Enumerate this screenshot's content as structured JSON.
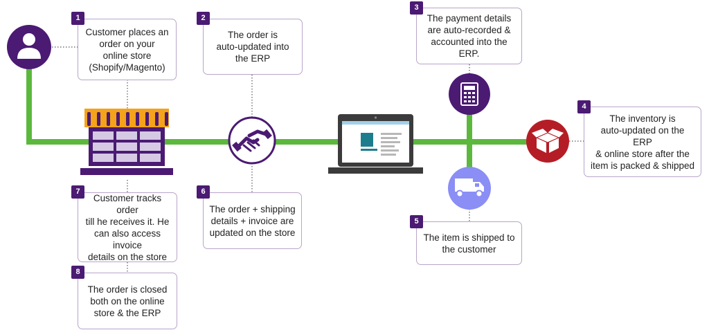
{
  "colors": {
    "primary_purple": "#4b1a73",
    "flow_green": "#5cb83c",
    "alert_red": "#b51d26",
    "van_blue": "#8a8ef5",
    "store_orange": "#f4a31b",
    "box_border": "#b8a4c8"
  },
  "icons": {
    "customer": "user-icon",
    "store": "storefront-icon",
    "handshake": "handshake-icon",
    "erp": "laptop-icon",
    "payment": "calculator-icon",
    "inventory": "box-icon",
    "shipping": "delivery-van-icon"
  },
  "steps": [
    {
      "num": "1",
      "text": "Customer places an\norder on your\nonline store\n(Shopify/Magento)"
    },
    {
      "num": "2",
      "text": "The order is\nauto-updated into\nthe ERP"
    },
    {
      "num": "3",
      "text": "The payment details\nare auto-recorded &\naccounted into the ERP."
    },
    {
      "num": "4",
      "text": "The inventory is\nauto-updated on the ERP\n& online store after the\nitem is packed & shipped"
    },
    {
      "num": "5",
      "text": "The item is shipped to\nthe customer"
    },
    {
      "num": "6",
      "text": "The order + shipping\ndetails + invoice are\nupdated on the store"
    },
    {
      "num": "7",
      "text": "Customer tracks order\ntill he receives it.  He\ncan also access invoice\ndetails on the store"
    },
    {
      "num": "8",
      "text": "The order is closed\nboth on the online\nstore & the ERP"
    }
  ]
}
